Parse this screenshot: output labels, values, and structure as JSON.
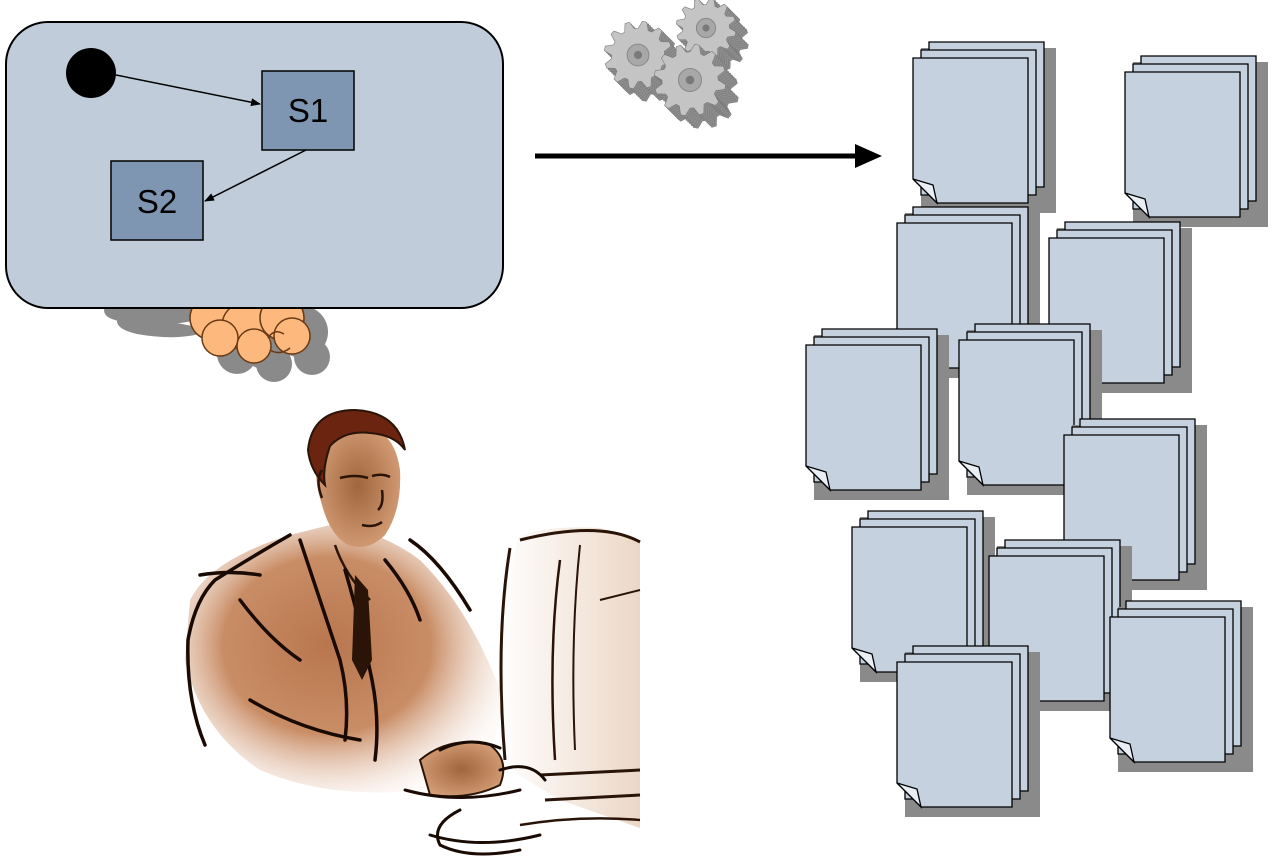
{
  "diagram": {
    "states": [
      {
        "id": "s1",
        "label": "S1"
      },
      {
        "id": "s2",
        "label": "S2"
      }
    ],
    "transitions": [
      {
        "from": "initial",
        "to": "s1"
      },
      {
        "from": "s1",
        "to": "s2"
      }
    ]
  },
  "figures": {
    "process_icon": "gears-icon",
    "output_icon": "document-stack-icon",
    "person_icon": "person-at-computer-icon",
    "thought_icon": "thought-cloud-icon"
  },
  "colors": {
    "state_machine_fill": "#c0ccd9",
    "state_fill": "#7f96b2",
    "document_fill": "#c5d1de",
    "shadow": "#8a8a8a",
    "cloud_fill": "#fdb87e",
    "gear_fill": "#b0b0b0",
    "arrow": "#000000"
  },
  "document_stack_count": 11
}
